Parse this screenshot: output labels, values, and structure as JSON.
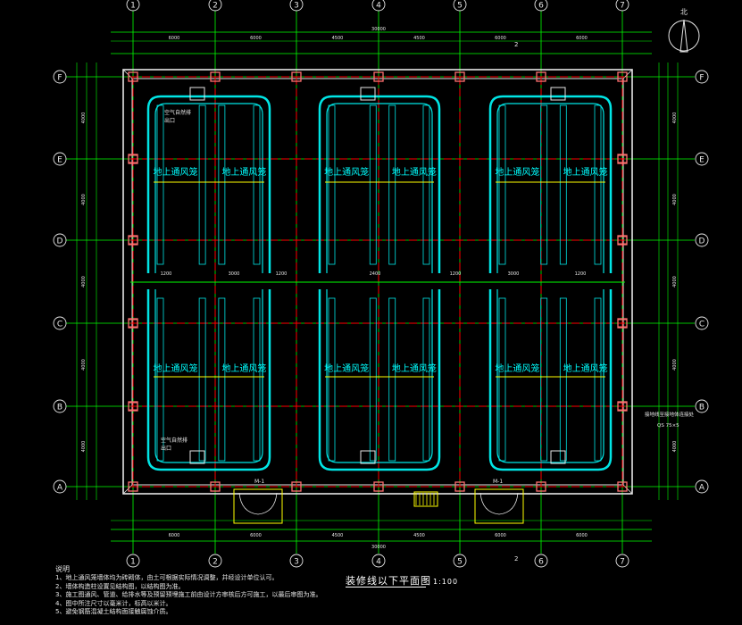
{
  "grid_columns": [
    "1",
    "2",
    "3",
    "4",
    "5",
    "6",
    "7"
  ],
  "grid_rows": [
    "F",
    "E",
    "D",
    "C",
    "B",
    "A"
  ],
  "room_label": "地上通风笼",
  "rooms": [
    "地上通风笼",
    "地上通风笼",
    "地上通风笼",
    "地上通风笼",
    "地上通风笼",
    "地上通风笼",
    "地上通风笼",
    "地上通风笼",
    "地上通风笼",
    "地上通风笼",
    "地上通风笼",
    "地上通风笼"
  ],
  "annotations": {
    "vent_note_top": "空气自然排",
    "vent_note_top2": "出口",
    "vent_note_bottom": "空气自然排",
    "vent_note_bottom2": "出口",
    "right_note": "接地线至接地体连接处",
    "right_note2": "QS 75×5",
    "door_label_1": "M-1",
    "door_label_2": "M-1",
    "section_mark": "2",
    "north": "北"
  },
  "dims": {
    "top_total": "30000",
    "col_spacing": [
      "6000",
      "6000",
      "4500",
      "4500",
      "6000",
      "6000"
    ],
    "row_spacing": [
      "4000",
      "4000",
      "4000",
      "4000",
      "4000"
    ],
    "mid_dims": [
      "1200",
      "3000",
      "1200",
      "2400",
      "1200",
      "3000",
      "1200"
    ]
  },
  "title": "装修线以下平面图",
  "scale": "1:100",
  "notes": {
    "heading": "说明",
    "items": [
      "1、地上通风笼墙体均为砖砌体，由土可根据实际情况调整，并经设计单位认可。",
      "2、墙体构造柱设置见结构图，以结构图为准。",
      "3、施工图通风、管道、给排水等及预留预埋施工前由设计方审核后方可施工，以最后审图为准。",
      "4、图中所注尺寸以毫米计，标高以米计。",
      "5、避免钢筋混凝土结构面接触腐蚀介质。"
    ]
  },
  "colors": {
    "background": "#000000",
    "grid_line": "#00ff00",
    "axis_dashed": "#ff0000",
    "wall": "#e6e6e6",
    "vent_tube": "#00e5e5",
    "column": "#ff6f6f",
    "label_text": "#00ffff",
    "yellow": "#ffff00"
  }
}
